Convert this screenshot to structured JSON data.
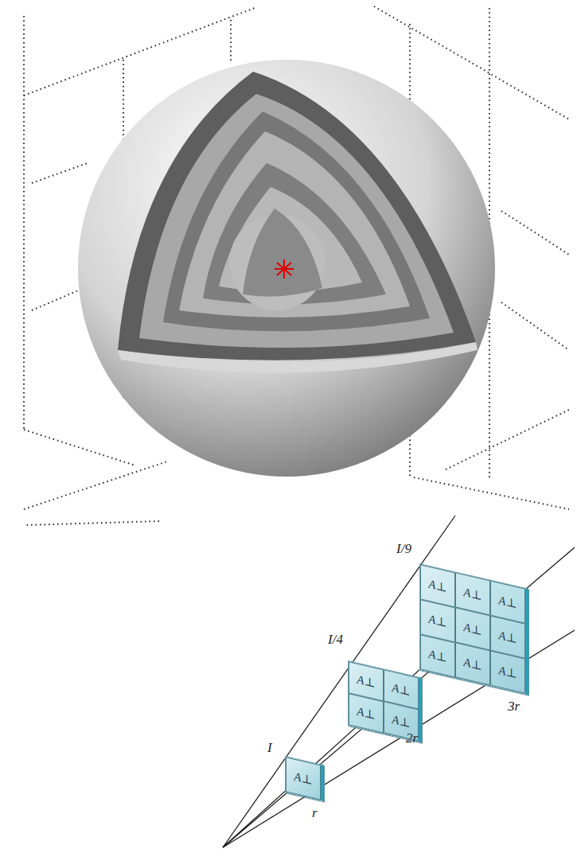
{
  "diagram": {
    "nodes": [
      {
        "text": [
          "A⊥"
        ]
      },
      {
        "text": [
          "A⊥",
          "A⊥",
          "A⊥",
          "A⊥"
        ]
      },
      {
        "text": [
          "A⊥",
          "A⊥",
          "A⊥",
          "A⊥",
          "A⊥",
          "A⊥",
          "A⊥",
          "A⊥",
          "A⊥"
        ]
      }
    ],
    "labels": [
      "I",
      "I/4",
      "I/9",
      "r",
      "2r",
      "3r"
    ]
  }
}
